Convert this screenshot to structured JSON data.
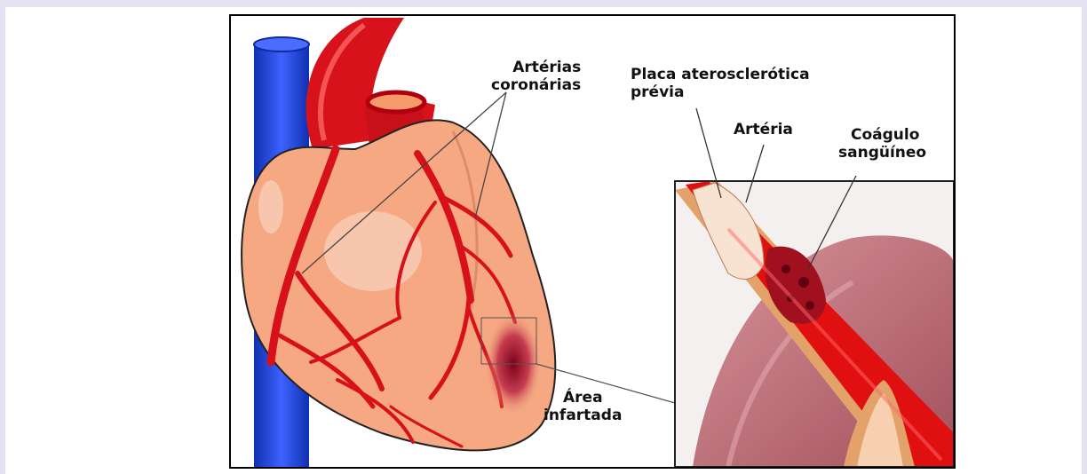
{
  "labels": {
    "coronary_arteries": [
      "Artérias",
      "coronárias"
    ],
    "plaque": [
      "Placa aterosclerótica",
      "prévia"
    ],
    "artery": "Artéria",
    "clot": [
      "Coágulo",
      "sangüíneo"
    ],
    "infarct_area": [
      "Área",
      "infartada"
    ]
  },
  "colors": {
    "heart": "#f5a882",
    "artery": "#e01010",
    "vein": "#1c3fe0",
    "infarct": "#b0102a",
    "tissue": "#c97e86"
  }
}
